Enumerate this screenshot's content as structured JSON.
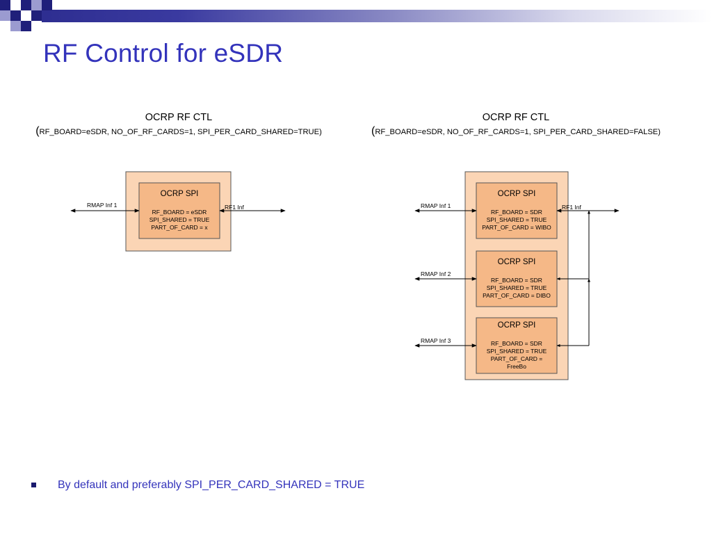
{
  "title": "RF Control for eSDR",
  "diagrams": [
    {
      "heading": "OCRP RF CTL",
      "params_open": "(",
      "params": "RF_BOARD=eSDR, NO_OF_RF_CARDS=1, SPI_PER_CARD_SHARED=TRUE",
      "params_close": ")",
      "blocks": [
        {
          "name": "OCRP SPI",
          "lines": [
            "RF_BOARD = eSDR",
            "SPI_SHARED = TRUE",
            "PART_OF_CARD = x"
          ],
          "rmap_label": "RMAP Inf 1"
        }
      ],
      "rf_label": "RF1 Inf"
    },
    {
      "heading": "OCRP RF CTL",
      "params_open": "(",
      "params": "RF_BOARD=eSDR, NO_OF_RF_CARDS=1, SPI_PER_CARD_SHARED=FALSE",
      "params_close": ")",
      "blocks": [
        {
          "name": "OCRP SPI",
          "lines": [
            "RF_BOARD = SDR",
            "SPI_SHARED = TRUE",
            "PART_OF_CARD = WIBO"
          ],
          "rmap_label": "RMAP Inf 1"
        },
        {
          "name": "OCRP SPI",
          "lines": [
            "RF_BOARD = SDR",
            "SPI_SHARED = TRUE",
            "PART_OF_CARD = DIBO"
          ],
          "rmap_label": "RMAP Inf 2"
        },
        {
          "name": "OCRP SPI",
          "lines": [
            "RF_BOARD = SDR",
            "SPI_SHARED = TRUE",
            "PART_OF_CARD =",
            "FreeBo"
          ],
          "rmap_label": "RMAP Inf 3"
        }
      ],
      "rf_label": "RF1 Inf"
    }
  ],
  "bullets": [
    "By default and preferably SPI_PER_CARD_SHARED = TRUE"
  ],
  "colors": {
    "title": "#3333bb",
    "outer_box": "#fbd5b5",
    "inner_box": "#f5b887",
    "box_border": "#555555"
  }
}
